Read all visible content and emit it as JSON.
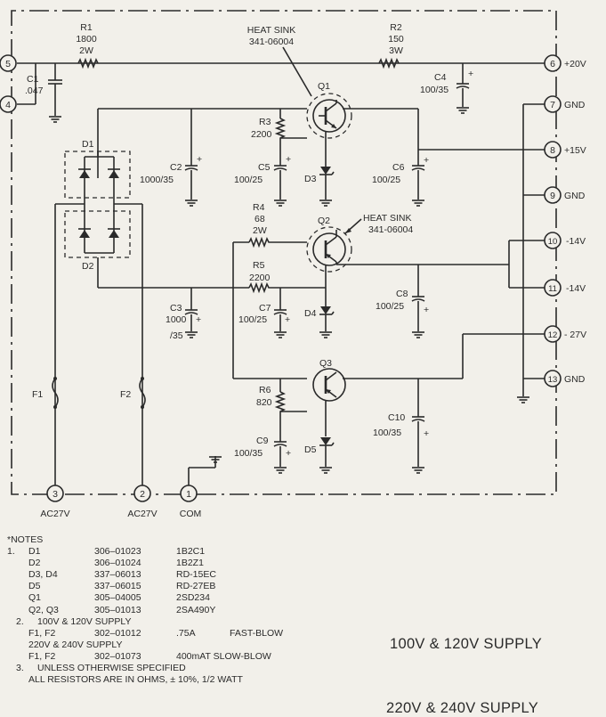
{
  "terminals": {
    "t1": {
      "num": "1",
      "label": "COM"
    },
    "t2": {
      "num": "2",
      "label": "AC27V"
    },
    "t3": {
      "num": "3",
      "label": "AC27V"
    },
    "t4": {
      "num": "4"
    },
    "t5": {
      "num": "5"
    },
    "t6": {
      "num": "6",
      "label": "+20V"
    },
    "t7": {
      "num": "7",
      "label": "GND"
    },
    "t8": {
      "num": "8",
      "label": "+15V"
    },
    "t9": {
      "num": "9",
      "label": "GND"
    },
    "t10": {
      "num": "10",
      "label": "-14V"
    },
    "t11": {
      "num": "11",
      "label": "-14V"
    },
    "t12": {
      "num": "12",
      "label": "- 27V"
    },
    "t13": {
      "num": "13",
      "label": "GND"
    }
  },
  "components": {
    "r1": {
      "ref": "R1",
      "val": "1800",
      "w": "2W"
    },
    "r2": {
      "ref": "R2",
      "val": "150",
      "w": "3W"
    },
    "r3": {
      "ref": "R3",
      "val": "2200"
    },
    "r4": {
      "ref": "R4",
      "val": "68",
      "w": "2W"
    },
    "r5": {
      "ref": "R5",
      "val": "2200"
    },
    "r6": {
      "ref": "R6",
      "val": "820"
    },
    "c1": {
      "ref": "C1",
      "val": ".047"
    },
    "c2": {
      "ref": "C2",
      "val": "1000/35"
    },
    "c3": {
      "ref": "C3",
      "val1": "1000",
      "val2": "/35"
    },
    "c4": {
      "ref": "C4",
      "val": "100/35"
    },
    "c5": {
      "ref": "C5",
      "val": "100/25"
    },
    "c6": {
      "ref": "C6",
      "val": "100/25"
    },
    "c7": {
      "ref": "C7",
      "val": "100/25"
    },
    "c8": {
      "ref": "C8",
      "val": "100/25"
    },
    "c9": {
      "ref": "C9",
      "val": "100/35"
    },
    "c10": {
      "ref": "C10",
      "val": "100/35"
    },
    "d1": "D1",
    "d2": "D2",
    "d3": "D3",
    "d4": "D4",
    "d5": "D5",
    "q1": "Q1",
    "q2": "Q2",
    "q3": "Q3",
    "f1": "F1",
    "f2": "F2",
    "plus": "+"
  },
  "heatsink1": {
    "title": "HEAT SINK",
    "part": "341-06004"
  },
  "heatsink2": {
    "title": "HEAT SINK",
    "part": "341-06004"
  },
  "notes": {
    "title": "*NOTES",
    "rows": [
      [
        "1.",
        "D1",
        "306–01023",
        "1B2C1",
        ""
      ],
      [
        "",
        "D2",
        "306–01024",
        "1B2Z1",
        ""
      ],
      [
        "",
        "D3, D4",
        "337–06013",
        "RD-15EC",
        ""
      ],
      [
        "",
        "D5",
        "337–06015",
        "RD-27EB",
        ""
      ],
      [
        "",
        "Q1",
        "305–04005",
        "2SD234",
        ""
      ],
      [
        "",
        "Q2, Q3",
        "305–01013",
        "2SA490Y",
        ""
      ]
    ],
    "n2": "2.",
    "n2a": "100V & 120V SUPPLY",
    "n2b": [
      "F1, F2",
      "302–01012",
      ".75A",
      "FAST-BLOW"
    ],
    "n2c": "220V & 240V SUPPLY",
    "n2d": [
      "F1, F2",
      "302–01073",
      "400mAT SLOW-BLOW"
    ],
    "n3": "3.",
    "n3a": "UNLESS OTHERWISE SPECIFIED",
    "n3b": "ALL RESISTORS ARE IN OHMS, ± 10%, 1/2 WATT"
  },
  "supply1": "100V & 120V SUPPLY",
  "supply2": "220V & 240V SUPPLY"
}
